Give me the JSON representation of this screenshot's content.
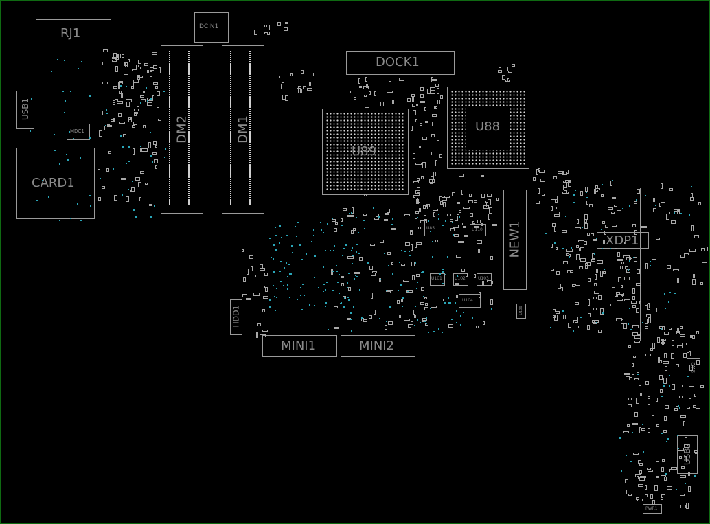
{
  "board": {
    "labels": {
      "rj1": "RJ1",
      "dcin1": "DCIN1",
      "usb1": "USB1",
      "mdc1": "MDC1",
      "card1": "CARD1",
      "dm2": "DM2",
      "dm1": "DM1",
      "dock1": "DOCK1",
      "u89": "U89",
      "u88": "U88",
      "new1": "NEW1",
      "xdp1": "XDP1",
      "hdd1": "HDD1",
      "mini1": "MINI1",
      "mini2": "MINI2",
      "sw2": "SW2",
      "usb2": "USB2",
      "pwr1": "PWR1",
      "u85": "U85",
      "u110": "U110",
      "u101": "U101",
      "u102": "U102",
      "u103": "U103",
      "u104": "U104",
      "u106": "U106"
    }
  }
}
